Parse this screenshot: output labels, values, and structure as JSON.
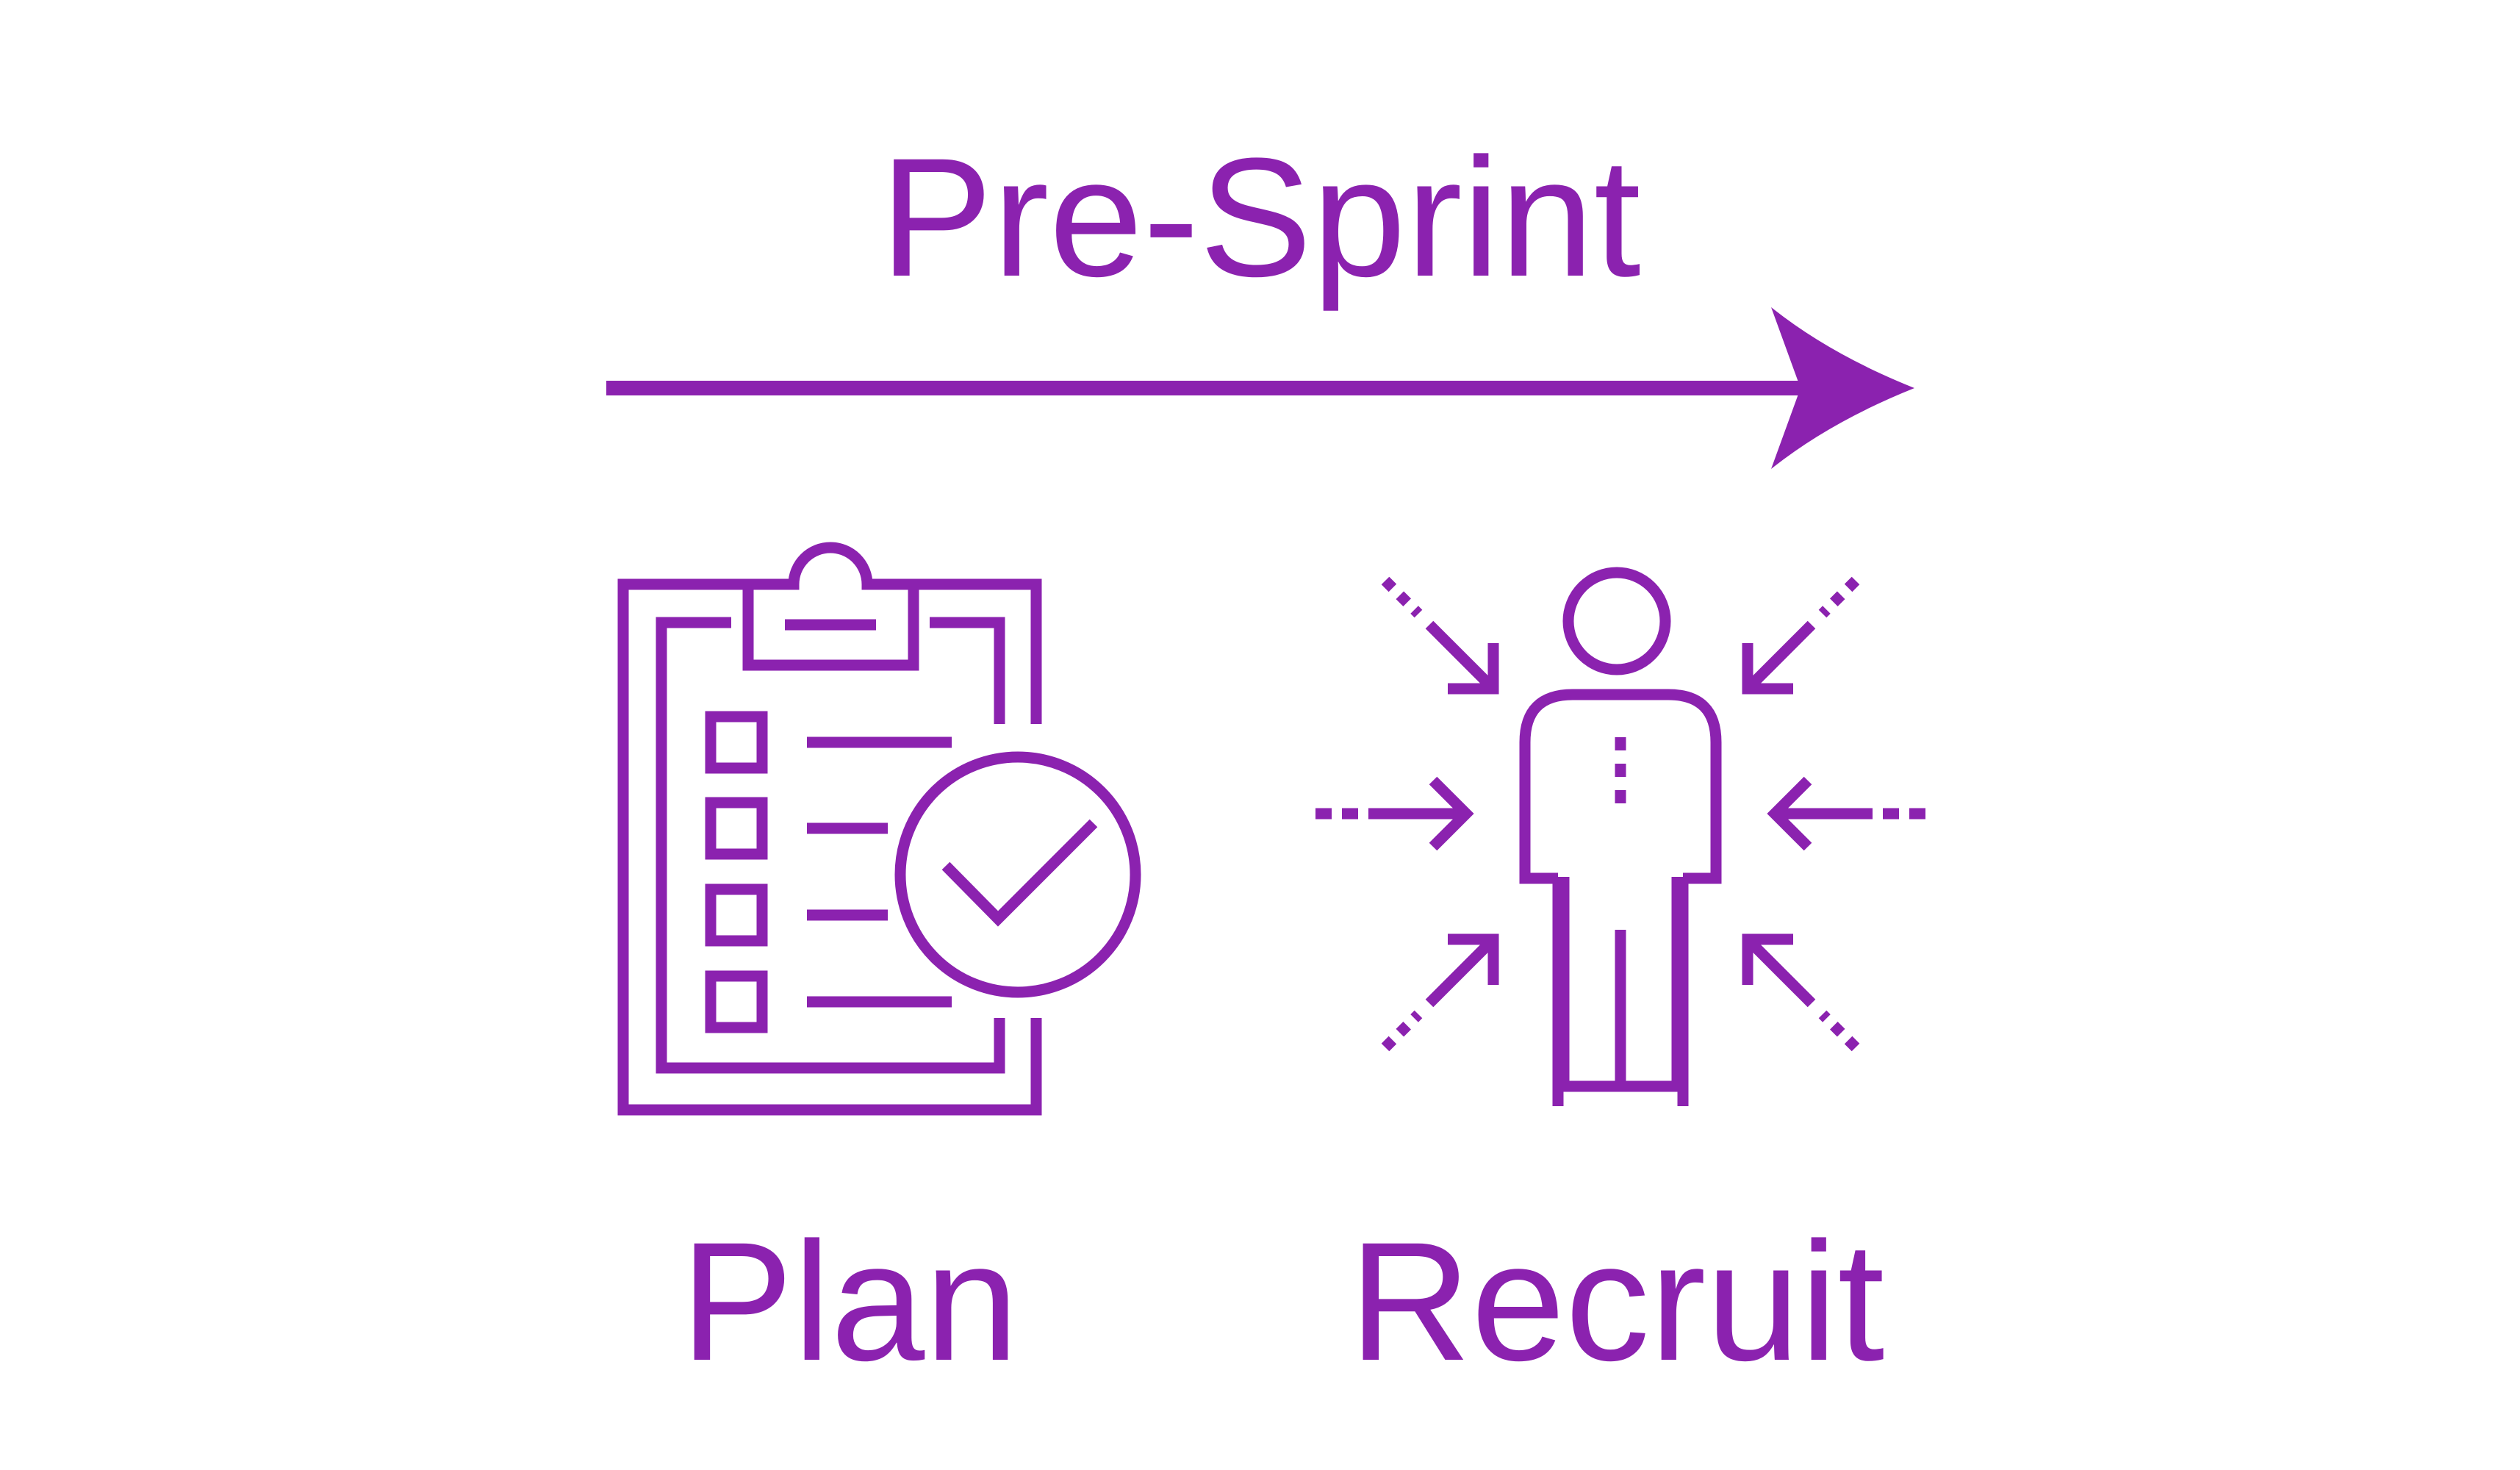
{
  "title": "Pre-Sprint",
  "steps": [
    {
      "label": "Plan",
      "icon": "clipboard-checklist-icon"
    },
    {
      "label": "Recruit",
      "icon": "person-focus-icon"
    }
  ],
  "colors": {
    "accent": "#8B22AF",
    "background": "#FFFFFF"
  }
}
